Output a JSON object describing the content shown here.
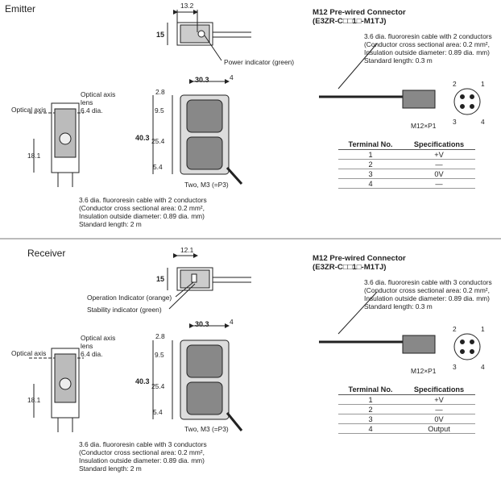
{
  "emitter": {
    "section_title": "Emitter",
    "connector_title_line1": "M12 Pre-wired Connector",
    "connector_title_line2": "(E3ZR-C□□1□-M1TJ)",
    "cable_note_short": [
      "3.6 dia. fluororesin cable with 2 conductors",
      "(Conductor cross sectional area: 0.2 mm²,",
      "Insulation outside diameter: 0.89 dia. mm)",
      "Standard length: 0.3 m"
    ],
    "cable_note_long": [
      "3.6 dia. fluororesin cable with 2 conductors",
      "(Conductor cross sectional area: 0.2 mm²,",
      "Insulation outside diameter: 0.89 dia. mm)",
      "Standard length: 2 m"
    ],
    "power_indicator": "Power indicator (green)",
    "optical_axis": "Optical axis",
    "optical_axis_lens": [
      "Optical axis",
      "lens",
      "6.4 dia."
    ],
    "mount": "Two, M3 (=P3)",
    "dims": {
      "top_width": "13.2",
      "height15": "15",
      "d28": "2.8",
      "d303": "30.3",
      "d4": "4",
      "d95": "9.5",
      "d403": "40.3",
      "d254": "25.4",
      "d54": "5.4",
      "d181": "18.1"
    },
    "connector_label": "M12×P1",
    "pins": [
      "1",
      "2",
      "3",
      "4"
    ],
    "table": {
      "headers": [
        "Terminal No.",
        "Specifications"
      ],
      "rows": [
        [
          "1",
          "+V"
        ],
        [
          "2",
          "—"
        ],
        [
          "3",
          "0V"
        ],
        [
          "4",
          "—"
        ]
      ]
    }
  },
  "receiver": {
    "section_title": "Receiver",
    "connector_title_line1": "M12 Pre-wired Connector",
    "connector_title_line2": "(E3ZR-C□□1□-M1TJ)",
    "cable_note_short": [
      "3.6 dia. fluororesin cable with 3 conductors",
      "(Conductor cross sectional area: 0.2 mm²,",
      "Insulation outside diameter: 0.89 dia. mm)",
      "Standard length: 0.3 m"
    ],
    "cable_note_long": [
      "3.6 dia. fluororesin cable with 3 conductors",
      "(Conductor cross sectional area: 0.2 mm²,",
      "Insulation outside diameter: 0.89 dia. mm)",
      "Standard length: 2 m"
    ],
    "operation_indicator": "Operation Indicator (orange)",
    "stability_indicator": "Stability indicator (green)",
    "optical_axis": "Optical axis",
    "optical_axis_lens": [
      "Optical axis",
      "lens",
      "6.4 dia."
    ],
    "mount": "Two, M3 (=P3)",
    "dims": {
      "top_width": "12.1",
      "height15": "15",
      "d28": "2.8",
      "d303": "30.3",
      "d4": "4",
      "d95": "9.5",
      "d403": "40.3",
      "d254": "25.4",
      "d54": "5.4",
      "d181": "18.1"
    },
    "connector_label": "M12×P1",
    "pins": [
      "1",
      "2",
      "3",
      "4"
    ],
    "table": {
      "headers": [
        "Terminal No.",
        "Specifications"
      ],
      "rows": [
        [
          "1",
          "+V"
        ],
        [
          "2",
          "—"
        ],
        [
          "3",
          "0V"
        ],
        [
          "4",
          "Output"
        ]
      ]
    }
  }
}
